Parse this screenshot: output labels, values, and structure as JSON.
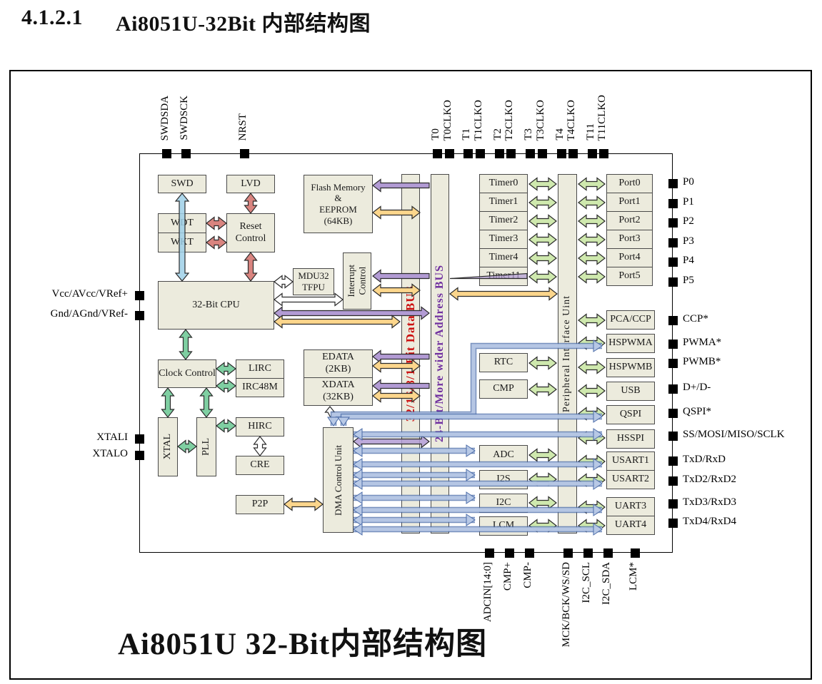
{
  "heading": {
    "number": "4.1.2.1",
    "title": "Ai8051U-32Bit 内部结构图"
  },
  "caption": "Ai8051U 32-Bit内部结构图",
  "buses": {
    "data_bus": "32/16/8/1-Bit Data BUS",
    "address_bus": "24-Bit/More wider Address BUS",
    "peripheral": "Peripheral Interface Uint"
  },
  "blocks": {
    "swd": "SWD",
    "lvd": "LVD",
    "wdt": "WDT",
    "wkt": "WKT",
    "reset": "Reset\nControl",
    "flash": "Flash Memory\n&\nEEPROM\n(64KB)",
    "mdu32": "MDU32\nTFPU",
    "interrupt": "Interrupt\nControl",
    "cpu": "32-Bit CPU",
    "clock": "Clock Control",
    "lirc": "LIRC",
    "irc48m": "IRC48M",
    "xtal": "XTAL",
    "pll": "PLL",
    "hirc": "HIRC",
    "cre": "CRE",
    "p2p": "P2P",
    "edata": "EDATA\n(2KB)",
    "xdata": "XDATA\n(32KB)",
    "dma": "DMA Control Unit",
    "rtc": "RTC",
    "cmp": "CMP",
    "adc": "ADC",
    "i2s": "I2S",
    "i2c": "I2C",
    "lcm": "LCM",
    "timers": [
      "Timer0",
      "Timer1",
      "Timer2",
      "Timer3",
      "Timer4",
      "Timer11"
    ],
    "ports": [
      "Port0",
      "Port1",
      "Port2",
      "Port3",
      "Port4",
      "Port5"
    ],
    "pca": "PCA/CCP",
    "hspwma": "HSPWMA",
    "hspwmb": "HSPWMB",
    "usb": "USB",
    "qspi": "QSPI",
    "hsspi": "HSSPI",
    "usart1": "USART1",
    "usart2": "USART2",
    "uart3": "UART3",
    "uart4": "UART4"
  },
  "pins": {
    "top": [
      "SWDSDA",
      "SWDSCK",
      "NRST",
      "T0",
      "T0CLKO",
      "T1",
      "T1CLKO",
      "T2",
      "T2CLKO",
      "T3",
      "T3CLKO",
      "T4",
      "T4CLKO",
      "T11",
      "T11CLKO"
    ],
    "left": [
      "Vcc/AVcc/VRef+",
      "Gnd/AGnd/VRef-",
      "XTALI",
      "XTALO"
    ],
    "right": [
      "P0",
      "P1",
      "P2",
      "P3",
      "P4",
      "P5",
      "CCP*",
      "PWMA*",
      "PWMB*",
      "D+/D-",
      "QSPI*",
      "SS/MOSI/MISO/SCLK",
      "TxD/RxD",
      "TxD2/RxD2",
      "TxD3/RxD3",
      "TxD4/RxD4"
    ],
    "bottom": [
      "ADCIN[14:0]",
      "CMP+",
      "CMP-",
      "MCK/BCK/WS/SD",
      "I2C_SCL",
      "I2C_SDA",
      "LCM*"
    ]
  },
  "colors": {
    "block_fill": "#ecebdd",
    "data_bus_text": "#cc1111",
    "address_bus_text": "#7030a0",
    "arrow_blue": "#9fd0e8",
    "arrow_red": "#d9847f",
    "arrow_green": "#7fcfa2",
    "arrow_lightgreen": "#cfe9ae",
    "arrow_yellow": "#fcd68c",
    "arrow_purple": "#b29bd4",
    "bus_line_blue": "#b8c9e6"
  }
}
